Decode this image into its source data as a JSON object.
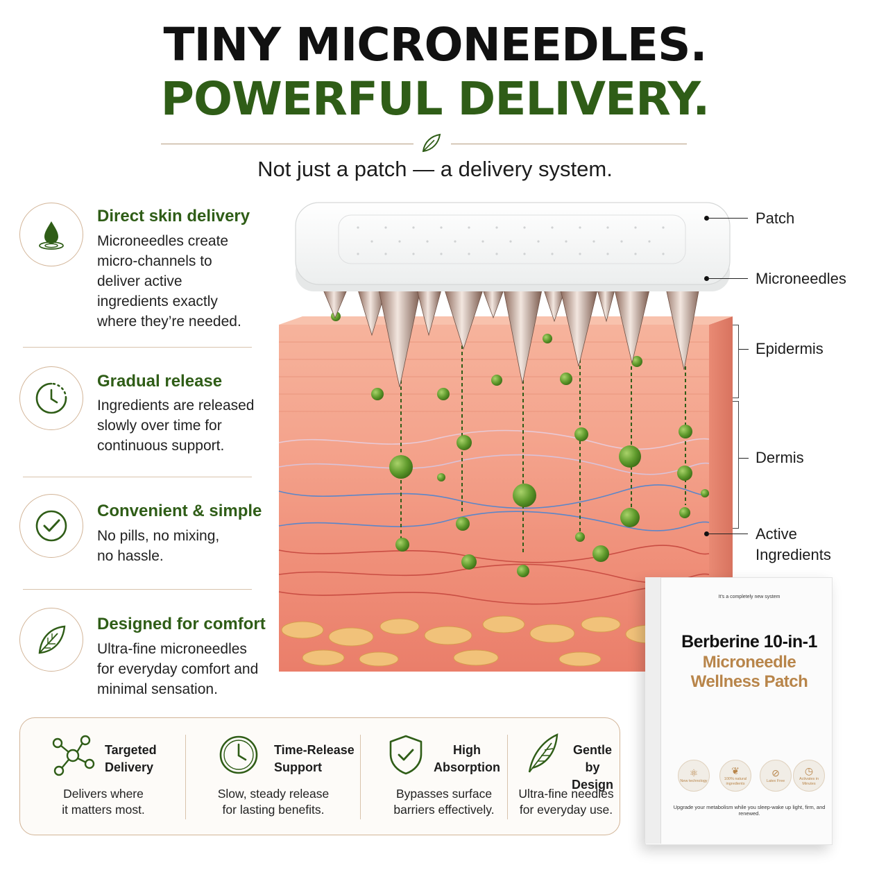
{
  "header": {
    "title_line1": "TINY MICRONEEDLES.",
    "title_line2": "POWERFUL DELIVERY.",
    "subtitle": "Not just a patch — a delivery system."
  },
  "features": [
    {
      "icon": "droplet-icon",
      "title": "Direct skin delivery",
      "description": "Microneedles create micro-channels to deliver active ingredients exactly where they’re needed."
    },
    {
      "icon": "clock-icon",
      "title": "Gradual release",
      "description": "Ingredients are released slowly over time for continuous support."
    },
    {
      "icon": "checkmark-icon",
      "title": "Convenient & simple",
      "description": "No pills, no mixing, no hassle."
    },
    {
      "icon": "leaf-icon",
      "title": "Designed for comfort",
      "description": "Ultra-fine microneedles for everyday comfort and minimal sensation."
    }
  ],
  "diagram": {
    "labels": {
      "patch": "Patch",
      "microneedles": "Microneedles",
      "epidermis": "Epidermis",
      "dermis": "Dermis",
      "active_ingredients": "Active Ingredients"
    }
  },
  "benefits": [
    {
      "icon": "molecule-icon",
      "title": "Targeted\nDelivery",
      "description": "Delivers where\nit matters most."
    },
    {
      "icon": "clock-icon",
      "title": "Time-Release\nSupport",
      "description": "Slow, steady release\nfor lasting benefits."
    },
    {
      "icon": "shield-check-icon",
      "title": "High\nAbsorption",
      "description": "Bypasses surface\nbarriers effectively."
    },
    {
      "icon": "feather-icon",
      "title": "Gentle\nby Design",
      "description": "Ultra-fine needles\nfor everyday use."
    }
  ],
  "product_box": {
    "tagline": "It's a completely new system",
    "name_line1": "Berberine 10-in-1",
    "name_line2": "Microneedle",
    "name_line3": "Wellness Patch",
    "badges": [
      "New technology",
      "100% natural ingredients",
      "Latex Free",
      "Activates in Minutes"
    ],
    "footer": "Upgrade your metabolism while you sleep-wake up light, firm, and renewed."
  },
  "colors": {
    "brand_green": "#2f5d17",
    "accent_tan": "#b8854a",
    "ingredient_green": "#5f9a2c",
    "skin_pink": "#f2a58e"
  }
}
